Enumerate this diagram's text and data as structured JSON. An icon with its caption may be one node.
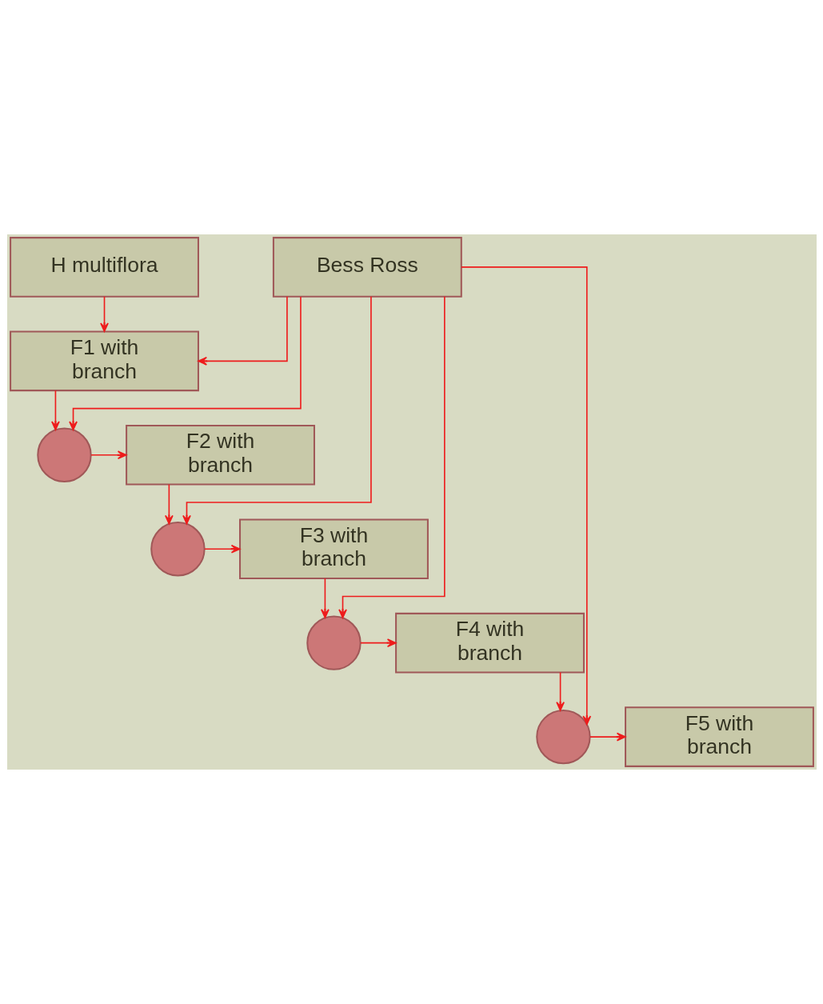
{
  "diagram": {
    "nodes": [
      {
        "text": [
          "Bess Ross"
        ]
      },
      {
        "text": [
          "H multiflora"
        ]
      },
      {
        "text": [
          "F1 with branch"
        ]
      },
      {
        "text": [],
        "shape": "circle"
      },
      {
        "text": [
          "F2 with branch"
        ]
      },
      {
        "text": [],
        "shape": "circle"
      },
      {
        "text": [
          "F3 with branch"
        ]
      },
      {
        "text": [],
        "shape": "circle"
      },
      {
        "text": [
          "F4 with branch"
        ]
      },
      {
        "text": [],
        "shape": "circle"
      },
      {
        "text": [
          "F5 with branch"
        ]
      }
    ],
    "edges": [
      {
        "from": 0,
        "to": 2,
        "arrow": "to"
      },
      {
        "from": 1,
        "to": 2,
        "arrow": "to"
      },
      {
        "from": 2,
        "to": 3,
        "arrow": "to"
      },
      {
        "from": 0,
        "to": 3,
        "arrow": "to"
      },
      {
        "from": 3,
        "to": 4,
        "arrow": "to"
      },
      {
        "from": 4,
        "to": 5,
        "arrow": "to"
      },
      {
        "from": 0,
        "to": 5,
        "arrow": "to"
      },
      {
        "from": 5,
        "to": 6,
        "arrow": "to"
      },
      {
        "from": 6,
        "to": 7,
        "arrow": "to"
      },
      {
        "from": 0,
        "to": 7,
        "arrow": "to"
      },
      {
        "from": 7,
        "to": 8,
        "arrow": "to"
      },
      {
        "from": 8,
        "to": 9,
        "arrow": "to"
      },
      {
        "from": 0,
        "to": 9,
        "arrow": "to"
      },
      {
        "from": 9,
        "to": 10,
        "arrow": "to"
      }
    ]
  }
}
